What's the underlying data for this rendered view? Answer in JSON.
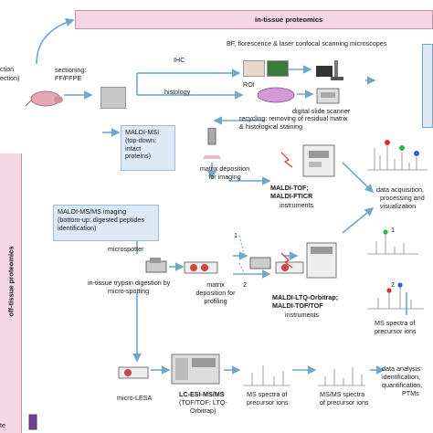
{
  "banners": {
    "in_tissue": "in-tissue proteomics",
    "off_tissue": "off-tissue proteomics"
  },
  "left_fragments": {
    "line1": "ction",
    "line2": "ection)",
    "bottom": "te"
  },
  "labels": {
    "sectioning": "sectioning:",
    "ff_ffpe": "FF/FFPE",
    "microscopes": "BF, florescence & laser confocal scanning microscopes",
    "ihc": "IHC",
    "histology": "histology",
    "roi": "ROI",
    "slide_scanner": "digital slide scanner",
    "recycling1": "recycling: removing of residual matrix",
    "recycling2": "& histological staining",
    "matrix_dep1": "matrix deposition",
    "matrix_dep2": "for imaging",
    "maldi_tof1": "MALDI-TOF;",
    "maldi_tof2": "MALDI-FTICR",
    "maldi_tof3": "instruments",
    "data_acq1": "data acquisition,",
    "data_acq2": "processing and",
    "data_acq3": "visualization",
    "microspotter": "microspotter",
    "num1_top": "1",
    "num1_spec": "1",
    "num2_low": "2",
    "num2_spec": "2",
    "trypsin1": "in-tissue trypsin digestion by",
    "trypsin2": "micro-spotting",
    "matrix_prof1": "matrix",
    "matrix_prof2": "deposition for",
    "matrix_prof3": "profiling",
    "orbitrap1": "MALDI-LTQ-Orbitrap;",
    "orbitrap2": "MALDI-TOF/TOF",
    "orbitrap3": "instruments",
    "ms_spectra1": "MS spectra of",
    "ms_spectra2": "precursor ions",
    "micro_lesa": "micro-LESA",
    "lcesi1": "LC-ESI-MS/MS",
    "lcesi2": "(TOF/TOF; LTQ-",
    "lcesi3": "Orbitrap)",
    "ms_prec1": "MS spectra of",
    "ms_prec2": "precursor ions",
    "msms1": "MS/MS spectra",
    "msms2": "of precursor ions",
    "analysis1": "data analysis:",
    "analysis2": "identification,",
    "analysis3": "quantification,",
    "analysis4": "PTMs"
  },
  "boxes": {
    "maldi_msi": [
      "MALDI-MSI",
      "(top-down:",
      "intact",
      "proteins)"
    ],
    "maldi_msms": [
      "MALDI-MS/MS imaging",
      "(bottom-up: digested peptides",
      "identification)"
    ]
  },
  "colors": {
    "banner_fill": "#f4d7e3",
    "box_fill": "#dde9f5",
    "arrow": "#6fa6c9",
    "peak_red": "#e0302a",
    "peak_green": "#2fb34a",
    "peak_blue": "#2f5fd0"
  }
}
